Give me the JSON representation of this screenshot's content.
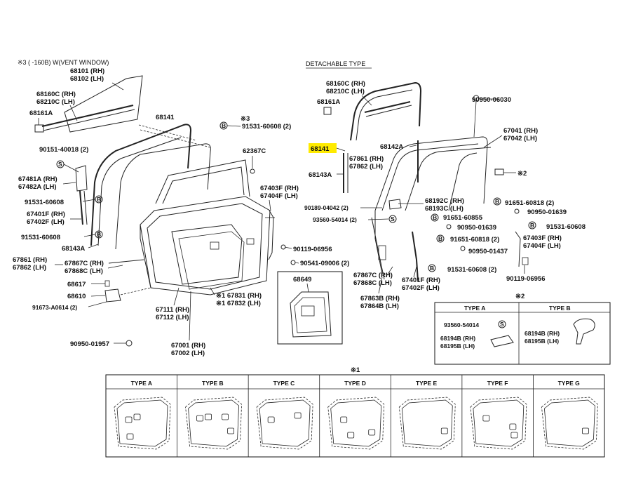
{
  "header": {
    "vent_note": "※3 (     -160B) W(VENT WINDOW)",
    "detachable": "DETACHABLE TYPE",
    "type_note_1": "※1",
    "type_note_2": "※2"
  },
  "left_labels": {
    "p68101": "68101 (RH)",
    "p68102": "68102 (LH)",
    "p68160c": "68160C (RH)",
    "p68210c": "68210C (LH)",
    "p68161a": "68161A",
    "p68141": "68141",
    "p3mark": "※3",
    "p91531a": "91531-60608 (2)",
    "p90151": "90151-40018 (2)",
    "p62367c": "62367C",
    "p67481a": "67481A (RH)",
    "p67482a": "67482A (LH)",
    "p67403f": "67403F (RH)",
    "p67404f": "67404F (LH)",
    "p91531b": "91531-60608",
    "p67401f": "67401F (RH)",
    "p67402f": "67402F (LH)",
    "p91531c": "91531-60608",
    "p68143a": "68143A",
    "p90119": "90119-06956",
    "p67861": "67861 (RH)",
    "p67862": "67862 (LH)",
    "p67867c": "67867C (RH)",
    "p67868c": "67868C (LH)",
    "p90541": "90541-09006 (2)",
    "p68617": "68617",
    "p68649": "68649",
    "p68610": "68610",
    "p67831": "※1 67831 (RH)",
    "p67832": "※1 67832 (LH)",
    "p91673": "91673-A0614 (2)",
    "p67111": "67111 (RH)",
    "p67112": "67112 (LH)",
    "p90950": "90950-01957",
    "p67001": "67001 (RH)",
    "p67002": "67002 (LH)"
  },
  "right_labels": {
    "p68160c": "68160C (RH)",
    "p68210c": "68210C (LH)",
    "p68161a": "68161A",
    "p68141": "68141",
    "p68142a": "68142A",
    "p67861": "67861 (RH)",
    "p67862": "67862 (LH)",
    "p68143a": "68143A",
    "p90950a": "90950-06030",
    "p67041": "67041 (RH)",
    "p67042": "67042 (LH)",
    "p2mark": "※2",
    "p90189": "90189-04042 (2)",
    "p68192c": "68192C (RH)",
    "p68193c": "68193C (LH)",
    "p91651a": "91651-60818 (2)",
    "p90950b": "90950-01639",
    "p93560": "93560-54014 (2)",
    "p91651b": "91651-60855",
    "p90950c": "90950-01639",
    "p91531a": "91531-60608",
    "p91651c": "91651-60818 (2)",
    "p90950d": "90950-01437",
    "p67403f": "67403F (RH)",
    "p67404f": "67404F (LH)",
    "p67867c": "67867C (RH)",
    "p67868c": "67868C (LH)",
    "p67401f": "67401F (RH)",
    "p67402f": "67402F (LH)",
    "p91531b": "91531-60608 (2)",
    "p90119": "90119-06956",
    "p67863b": "67863B (RH)",
    "p67864b": "67864B (LH)"
  },
  "type_ab": {
    "type_a": "TYPE A",
    "type_b": "TYPE B",
    "a_part1": "93560-54014",
    "a_part2": "68194B (RH)",
    "a_part3": "68195B (LH)",
    "b_part1": "68194B (RH)",
    "b_part2": "68195B (LH)"
  },
  "panel_types": [
    "TYPE A",
    "TYPE B",
    "TYPE C",
    "TYPE D",
    "TYPE E",
    "TYPE F",
    "TYPE G"
  ],
  "callout_letters": {
    "s": "S",
    "b": "B"
  }
}
